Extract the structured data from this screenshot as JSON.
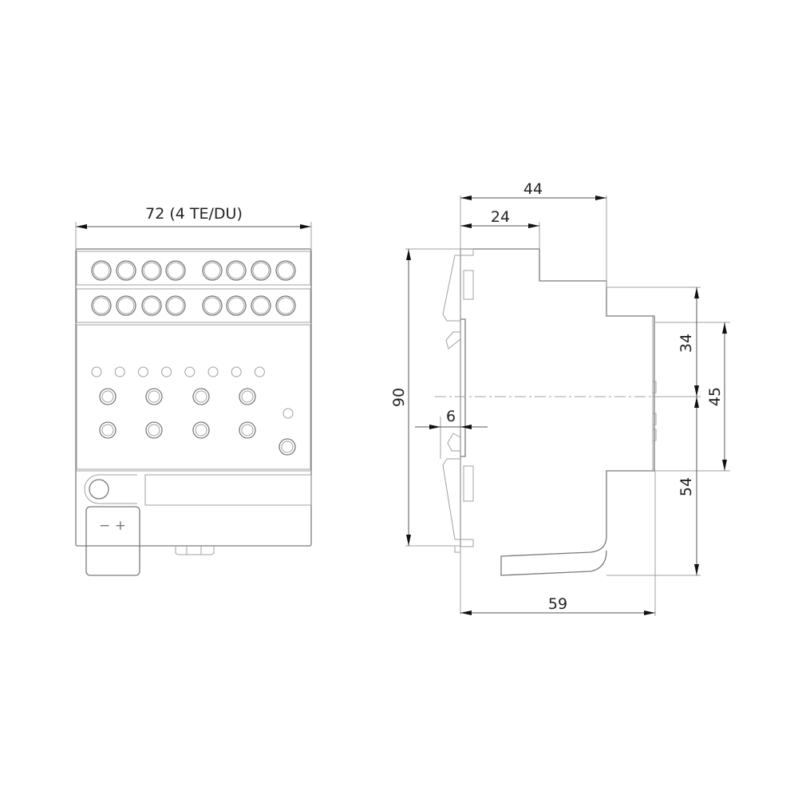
{
  "front_view": {
    "width_label": "72 (4 TE/DU)",
    "polarity_label": "− +",
    "terminal_count_per_row": 8,
    "led_count": 8,
    "button_count": 8
  },
  "side_view": {
    "dim_44": "44",
    "dim_24": "24",
    "dim_90": "90",
    "dim_6": "6",
    "dim_34": "34",
    "dim_45": "45",
    "dim_54": "54",
    "dim_59": "59"
  }
}
